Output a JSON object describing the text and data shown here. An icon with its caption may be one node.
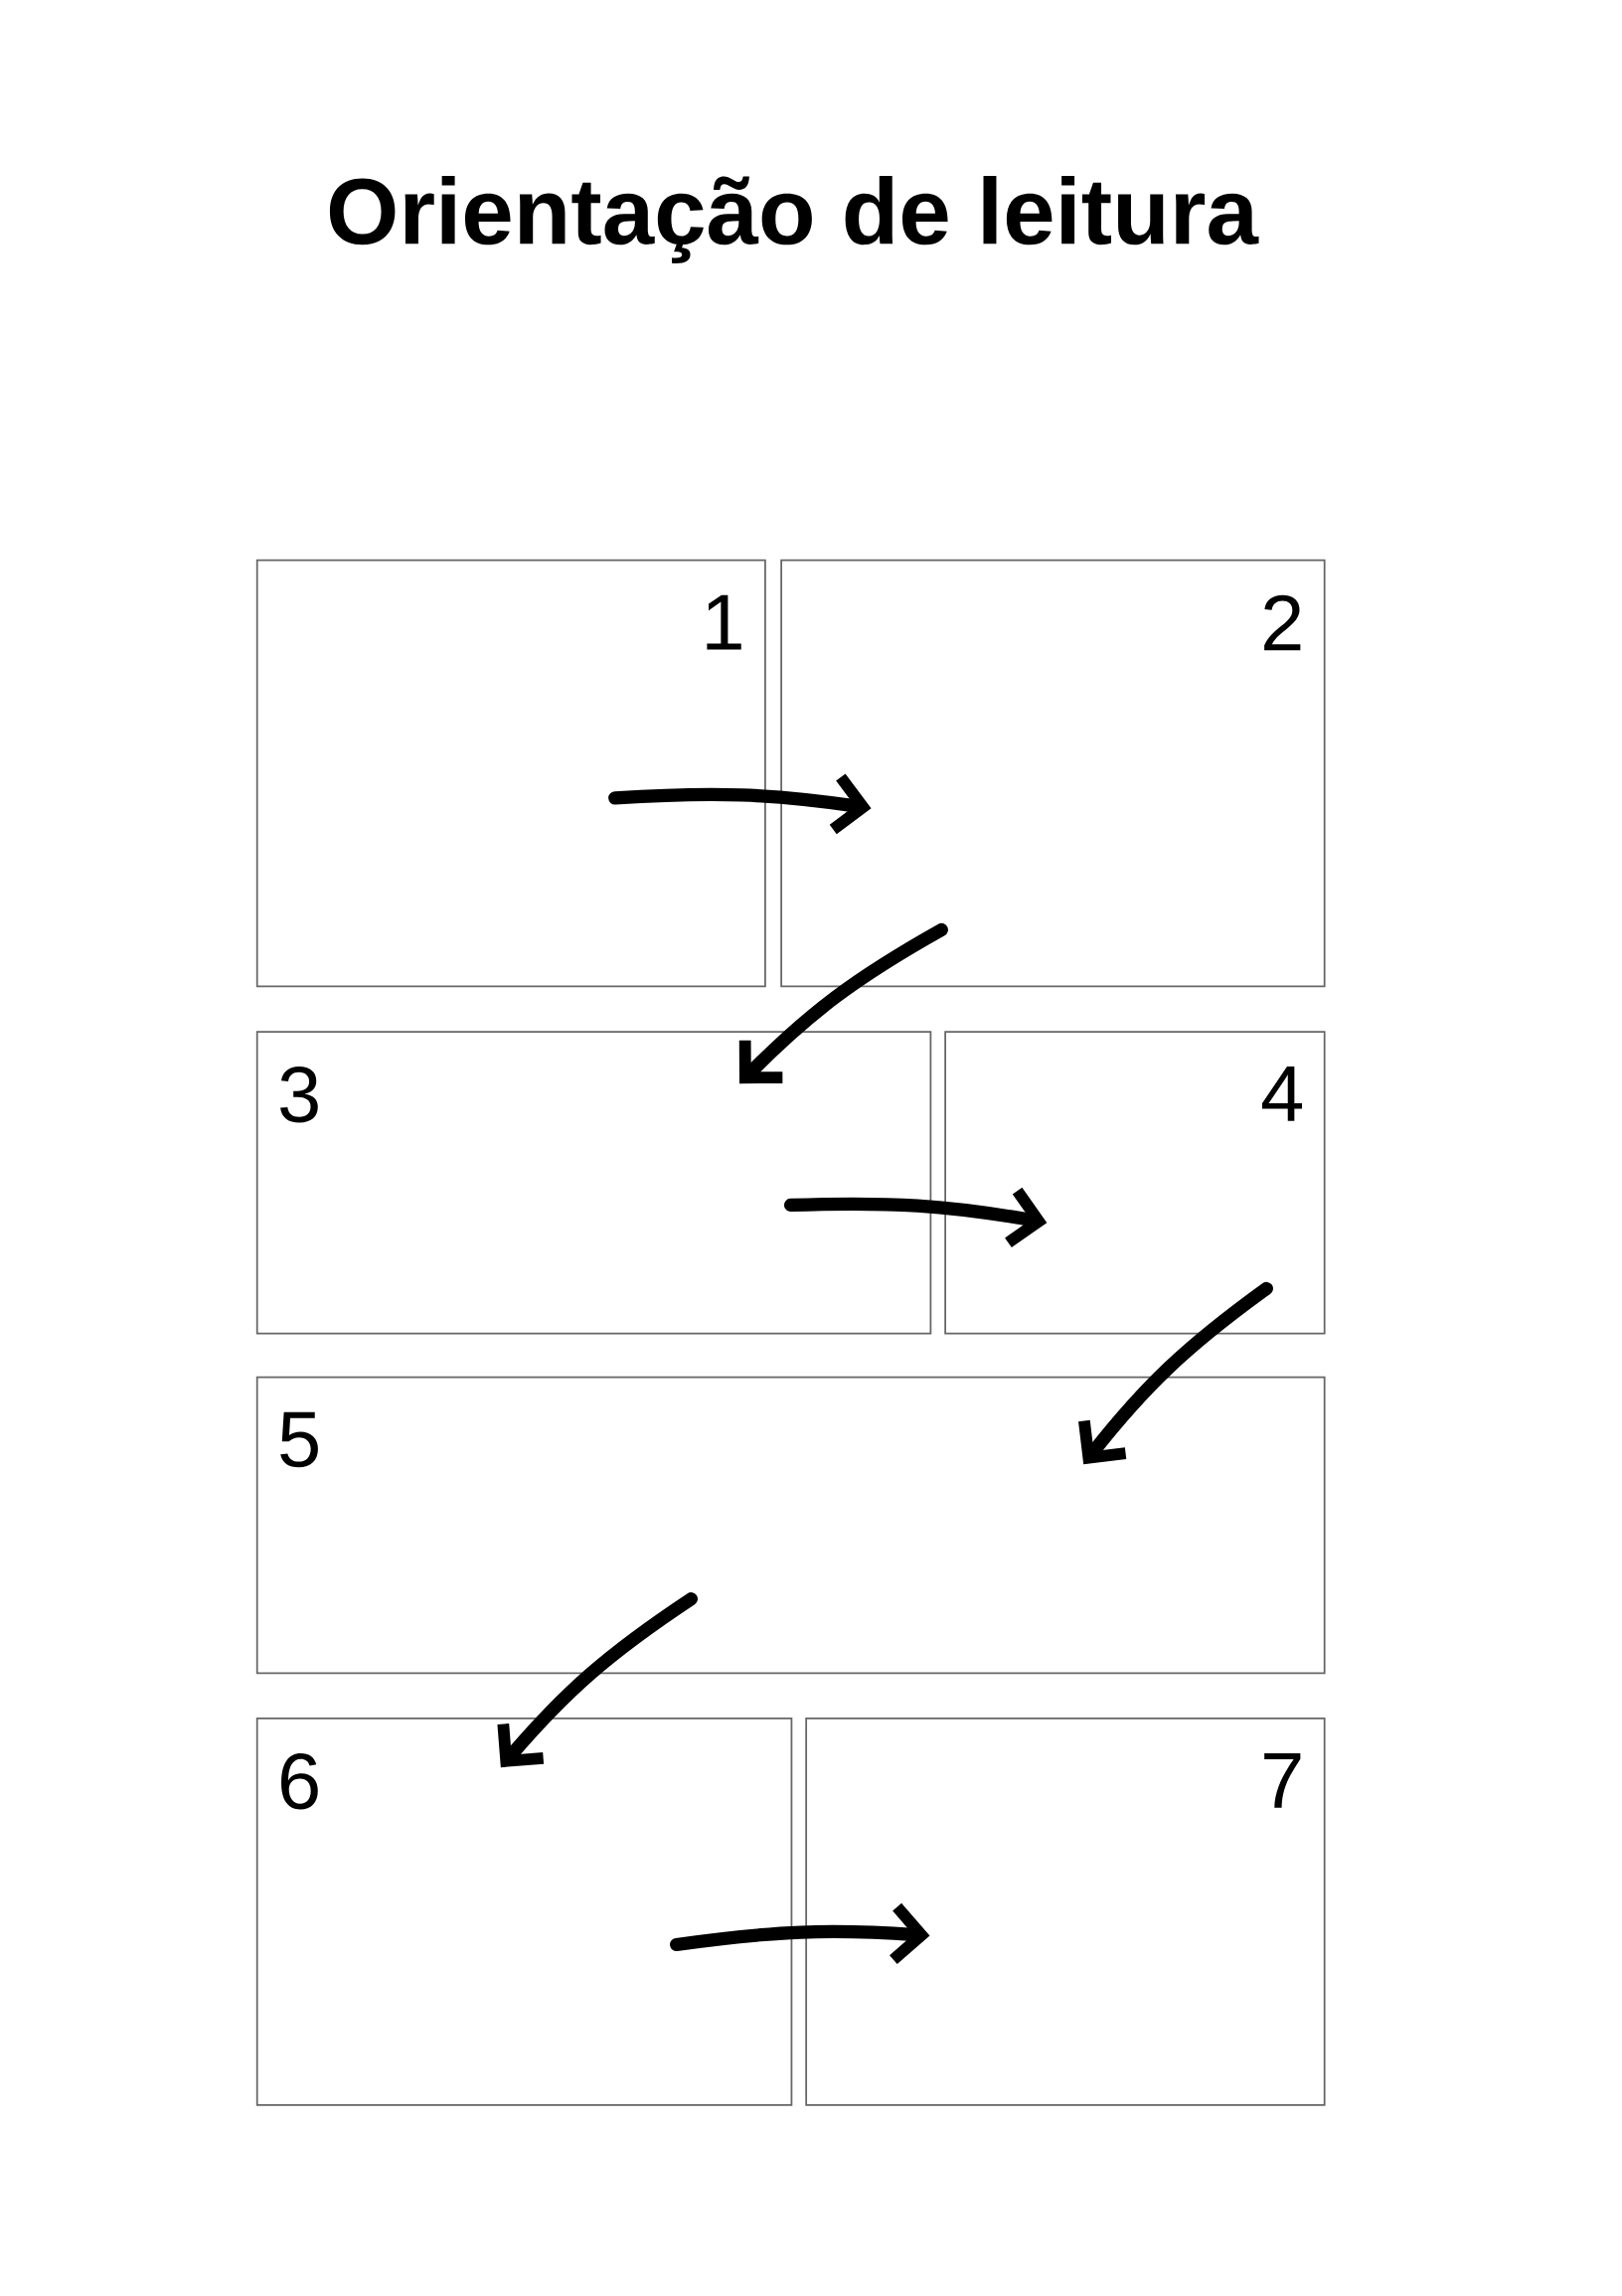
{
  "diagram": {
    "title": "Orientação de leitura",
    "nodes": [
      {
        "text": [
          "1"
        ]
      },
      {
        "text": [
          "2"
        ]
      },
      {
        "text": [
          "3"
        ]
      },
      {
        "text": [
          "4"
        ]
      },
      {
        "text": [
          "5"
        ]
      },
      {
        "text": [
          "6"
        ]
      },
      {
        "text": [
          "7"
        ]
      }
    ],
    "edges": [
      {
        "from": 0,
        "to": 1,
        "arrow": "to"
      },
      {
        "from": 1,
        "to": 2,
        "arrow": "to"
      },
      {
        "from": 2,
        "to": 3,
        "arrow": "to"
      },
      {
        "from": 3,
        "to": 4,
        "arrow": "to"
      },
      {
        "from": 4,
        "to": 5,
        "arrow": "to"
      },
      {
        "from": 5,
        "to": 6,
        "arrow": "to"
      }
    ]
  }
}
